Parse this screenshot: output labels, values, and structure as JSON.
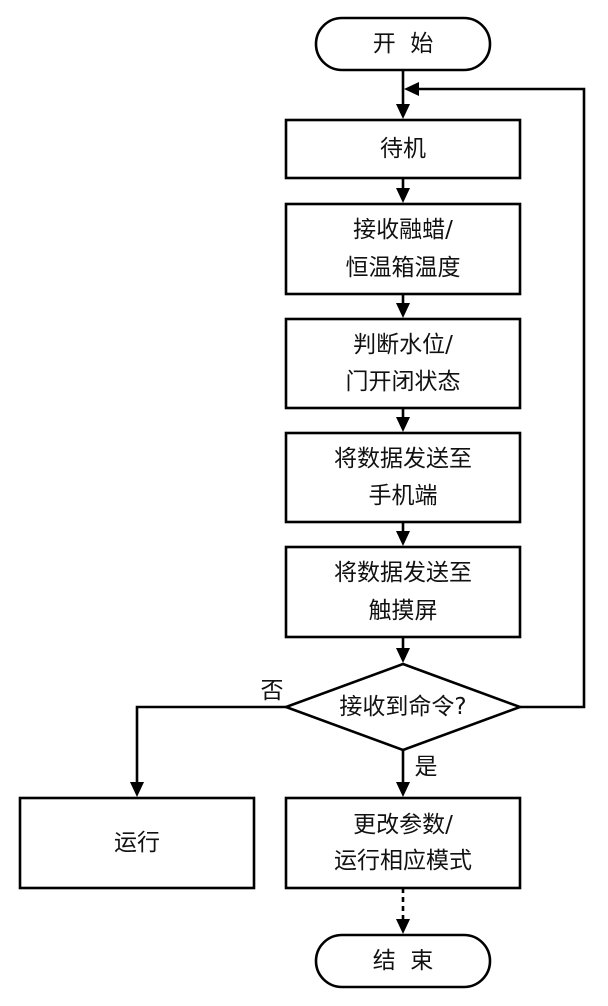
{
  "nodes": {
    "start": {
      "label": "开  始"
    },
    "standby": {
      "label": "待机"
    },
    "receive_temp": {
      "lines": [
        "接收融蜡/",
        "恒温箱温度"
      ]
    },
    "judge_state": {
      "lines": [
        "判断水位/",
        "门开闭状态"
      ]
    },
    "send_phone": {
      "lines": [
        "将数据发送至",
        "手机端"
      ]
    },
    "send_touch": {
      "lines": [
        "将数据发送至",
        "触摸屏"
      ]
    },
    "decision": {
      "label": "接收到命令?"
    },
    "run": {
      "label": "运行"
    },
    "change_params": {
      "lines": [
        "更改参数/",
        "运行相应模式"
      ]
    },
    "end": {
      "label": "结  束"
    }
  },
  "edges": {
    "no_label": "否",
    "yes_label": "是"
  }
}
